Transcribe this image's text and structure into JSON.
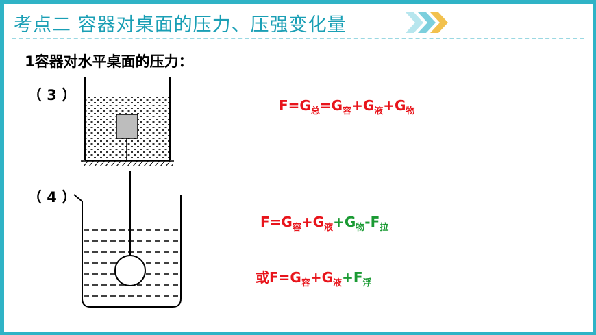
{
  "title": "考点二 容器对桌面的压力、压强变化量",
  "subtitle": "1容器对水平桌面的压力：",
  "figure3": {
    "label": "（ 3 ）"
  },
  "figure4": {
    "label": "（ 4 ）"
  },
  "formula1": {
    "f": "F=G",
    "s1": "总",
    "eq": "=G",
    "s2": "容",
    "p1": "+G",
    "s3": "液",
    "p2": "+G",
    "s4": "物"
  },
  "formula2": {
    "f": "F=G",
    "s1": "容",
    "p1": "+G",
    "s2": "液",
    "p2": "+G",
    "s3": "物",
    "m": "-F",
    "s4": "拉"
  },
  "formula3": {
    "f": "或F=G",
    "s1": "容",
    "p1": "+G",
    "s2": "液",
    "p2": "+F",
    "s3": "浮"
  },
  "colors": {
    "accent": "#2fb3c6",
    "title": "#1a9fb5",
    "red": "#e8141b",
    "green": "#1a9a33"
  }
}
